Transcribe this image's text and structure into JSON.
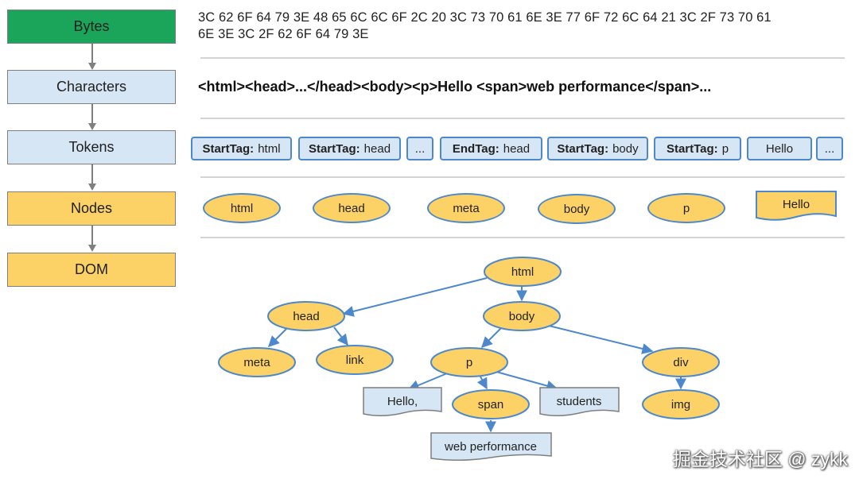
{
  "pipeline": {
    "stages": [
      {
        "label": "Bytes",
        "color": "#1aa55b"
      },
      {
        "label": "Characters",
        "color": "#d6e6f4"
      },
      {
        "label": "Tokens",
        "color": "#d6e6f4"
      },
      {
        "label": "Nodes",
        "color": "#fcd267"
      },
      {
        "label": "DOM",
        "color": "#fcd267"
      }
    ]
  },
  "bytes": {
    "line1": "3C 62 6F 64 79 3E 48 65 6C 6C 6F 2C 20 3C 73 70 61 6E 3E 77 6F 72 6C 64 21 3C 2F 73 70 61",
    "line2": "6E 3E 3C 2F 62 6F 64 79 3E"
  },
  "characters": {
    "text": "<html><head>...</head><body><p>Hello <span>web performance</span>..."
  },
  "tokens": [
    {
      "kind": "StartTag:",
      "name": "html"
    },
    {
      "kind": "StartTag:",
      "name": "head"
    },
    {
      "kind": "",
      "name": "..."
    },
    {
      "kind": "EndTag:",
      "name": "head"
    },
    {
      "kind": "StartTag:",
      "name": "body"
    },
    {
      "kind": "StartTag:",
      "name": "p"
    },
    {
      "kind": "",
      "name": "Hello"
    },
    {
      "kind": "",
      "name": "..."
    }
  ],
  "nodes": [
    {
      "label": "html"
    },
    {
      "label": "head"
    },
    {
      "label": "meta"
    },
    {
      "label": "body"
    },
    {
      "label": "p"
    },
    {
      "label": "Hello",
      "shape": "text"
    }
  ],
  "dom_tree": {
    "elements": {
      "html": "html",
      "head": "head",
      "body": "body",
      "meta": "meta",
      "link": "link",
      "p": "p",
      "div": "div",
      "span": "span",
      "img": "img"
    },
    "texts": {
      "hello": "Hello,",
      "students": "students",
      "web_performance": "web performance"
    }
  },
  "colors": {
    "node_fill": "#fcd267",
    "node_stroke": "#4d88cc",
    "text_fill": "#d6e6f4",
    "edge": "#4d88cc",
    "pipeline_arrow": "#7f7f7f"
  },
  "watermark": "掘金技术社区 @ zykk"
}
